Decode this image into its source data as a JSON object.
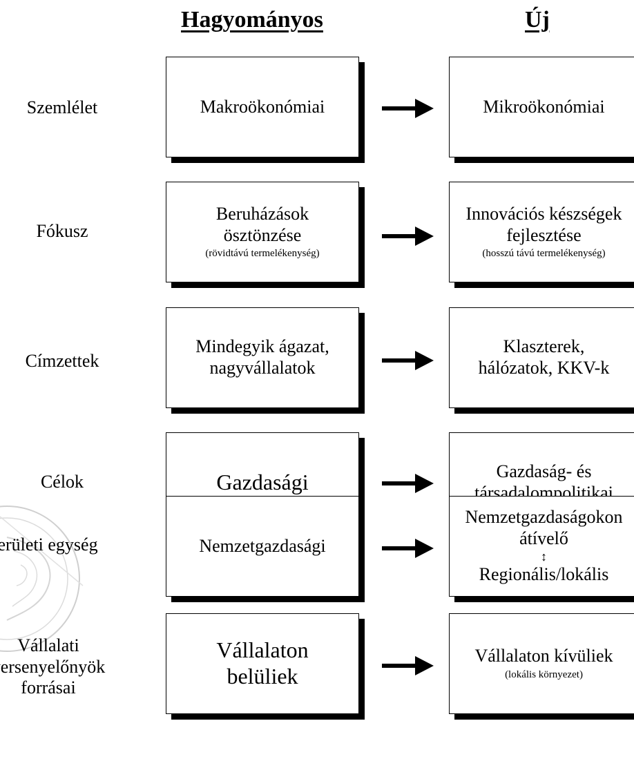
{
  "headers": {
    "left": "Hagyományos",
    "right": "Új"
  },
  "rows": [
    {
      "label": [
        "Szemlélet"
      ],
      "left": [
        "Makroökonómiai"
      ],
      "left_sub": "",
      "right": [
        "Mikroökonómiai"
      ],
      "right_sub": ""
    },
    {
      "label": [
        "Fókusz"
      ],
      "left": [
        "Beruházások",
        "ösztönzése"
      ],
      "left_sub": "(rövidtávú termelékenység)",
      "right": [
        "Innovációs készségek",
        "fejlesztése"
      ],
      "right_sub": "(hosszú távú termelékenység)"
    },
    {
      "label": [
        "Címzettek"
      ],
      "left": [
        "Mindegyik ágazat,",
        "nagyvállalatok"
      ],
      "left_sub": "",
      "right": [
        "Klaszterek,",
        "hálózatok, KKV-k"
      ],
      "right_sub": ""
    },
    {
      "label": [
        "Célok"
      ],
      "left": [
        "Gazdasági"
      ],
      "left_sub": "",
      "right": [
        "Gazdaság- és",
        "társadalompolitikai"
      ],
      "right_sub": ""
    },
    {
      "label": [
        "Területi egység"
      ],
      "left": [
        "Nemzetgazdasági"
      ],
      "left_sub": "",
      "right": [
        "Nemzetgazdaságokon",
        "átívelő"
      ],
      "right_between": "↕",
      "right_after": "Regionális/lokális",
      "right_sub": ""
    },
    {
      "label": [
        "Vállalati",
        "versenyelőnyök",
        "forrásai"
      ],
      "left": [
        "Vállalaton",
        "belüliek"
      ],
      "left_sub": "",
      "right": [
        "Vállalaton kívüliek"
      ],
      "right_sub": "(lokális környezet)"
    }
  ]
}
